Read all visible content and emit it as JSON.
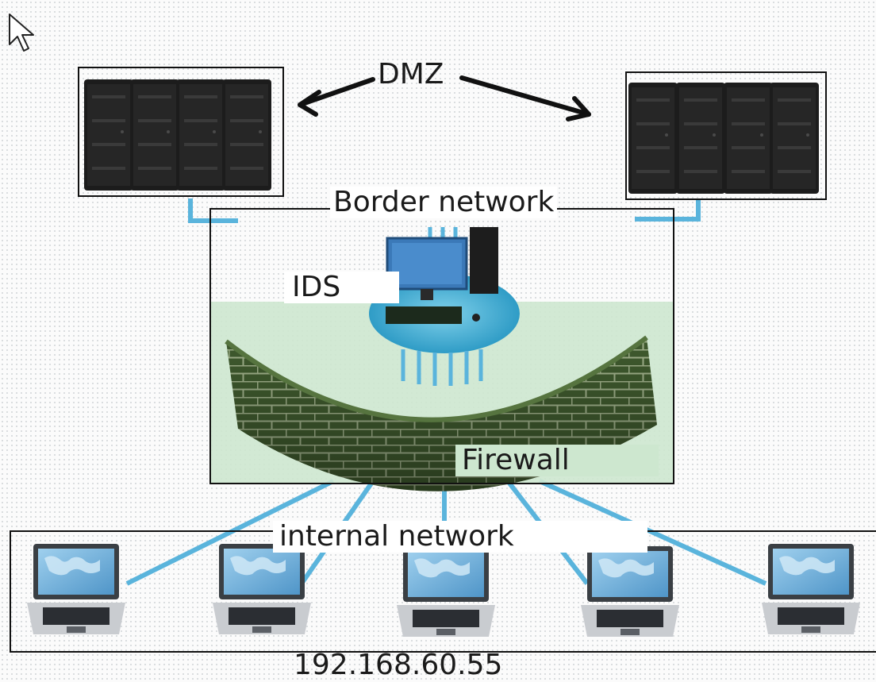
{
  "labels": {
    "dmz": "DMZ",
    "border_network": "Border network",
    "ids": "IDS",
    "firewall": "Firewall",
    "internal_network": "internal network",
    "ip_address": "192.168.60.55"
  },
  "colors": {
    "link": "#5ab4dc",
    "ids_disc": "#3aa7cf",
    "firewall_zone": "#cde7cf",
    "brick": "#3f5a2e",
    "mortar": "#9fb08a",
    "server": "#1c1c1c",
    "laptop_screen": "#7fbbe0"
  },
  "icons": [
    "mouse-cursor-icon",
    "server-rack-icon",
    "ids-workstation-icon",
    "brick-wall-icon",
    "laptop-icon"
  ]
}
